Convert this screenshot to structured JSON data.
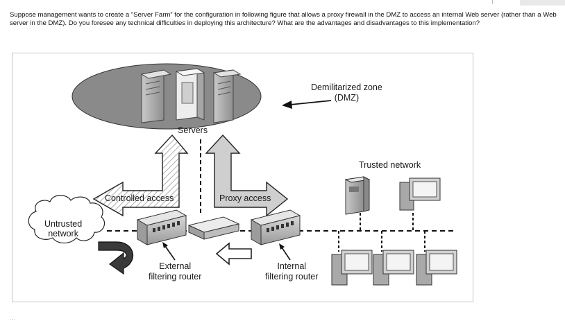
{
  "question": {
    "text": "Suppose management wants to create a “Server Farm” for the configuration in following figure that allows a proxy firewall in the DMZ to access an internal Web server (rather than a Web server in the DMZ). Do you foresee any technical difficulties in deploying this architecture? What are the advantages and disadvantages to this implementation?"
  },
  "diagram": {
    "labels": {
      "dmz": "Demilitarized zone\n(DMZ)",
      "servers": "Servers",
      "trusted": "Trusted network",
      "controlled": "Controlled access",
      "proxy": "Proxy access",
      "untrusted": "Untrusted\nnetwork",
      "external": "External\nfiltering router",
      "internal": "Internal\nfiltering router"
    },
    "colors": {
      "dmz_ellipse": "#8a8a8a",
      "arrow_fill": "#cfcfcf",
      "stroke": "#222222",
      "device": "#b5b5b5"
    }
  },
  "footer": {
    "text": "..."
  }
}
